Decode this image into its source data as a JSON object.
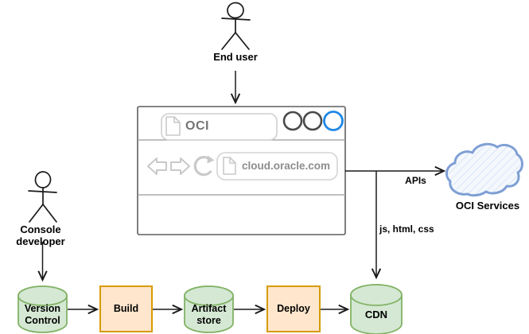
{
  "diagram": {
    "actors": {
      "end_user": "End user",
      "console_developer": "Console developer"
    },
    "browser": {
      "tab_title": "OCI",
      "url": "cloud.oracle.com"
    },
    "cloud": {
      "label": "OCI Services"
    },
    "edges": {
      "apis_label": "APIs",
      "assets_label": "js, html, css"
    },
    "pipeline": {
      "version_control": "Version Control",
      "build": "Build",
      "artifact_store": "Artifact store",
      "deploy": "Deploy",
      "cdn": "CDN"
    },
    "colors": {
      "datastore_fill": "#d5e8d4",
      "datastore_stroke": "#82b366",
      "process_fill": "#ffe6cc",
      "process_stroke": "#d79b00",
      "cloud_stroke": "#7e9fd4",
      "cloud_fill": "#f4f8fd",
      "cloud_hatch": "#ccdcf2",
      "active_tab_circle": "#1e87e5",
      "chrome_gray": "#c9c9c9",
      "url_text_gray": "#8d8d8d",
      "line_black": "#1a1a1a"
    }
  }
}
